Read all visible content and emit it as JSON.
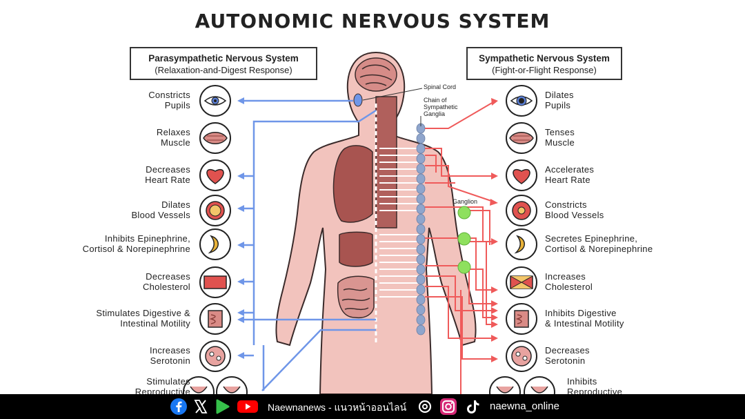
{
  "title": "AUTONOMIC NERVOUS SYSTEM",
  "parasympathetic": {
    "title": "Parasympathetic Nervous System",
    "subtitle": "(Relaxation-and-Digest Response)"
  },
  "sympathetic": {
    "title": "Sympathetic Nervous System",
    "subtitle": "(Fight-or-Flight Response)"
  },
  "anatomy": {
    "spinal_cord": "Spinal Cord",
    "chain": "Chain of\nSympathetic\nGanglia",
    "ganglion": "Ganglion"
  },
  "left_effects": [
    "Constricts\nPupils",
    "Relaxes\nMuscle",
    "Decreases\nHeart Rate",
    "Dilates\nBlood Vessels",
    "Inhibits Epinephrine,\nCortisol & Norepinephrine",
    "Decreases\nCholesterol",
    "Stimulates Digestive &\nIntestinal Motility",
    "Increases\nSerotonin",
    "Stimulates\nReproductive"
  ],
  "right_effects": [
    "Dilates\nPupils",
    "Tenses\nMuscle",
    "Accelerates\nHeart Rate",
    "Constricts\nBlood Vessels",
    "Secretes Epinephrine,\nCortisol & Norepinephrine",
    "Increases\nCholesterol",
    "Inhibits Digestive\n& Intestinal Motility",
    "Decreases\nSerotonin",
    "Inhibits\nReproductive"
  ],
  "footer": {
    "brand": "Naewnanews - แนวหน้าออนไลน์",
    "handle": "naewna_online"
  },
  "colors": {
    "parasympathetic": "#6f96e8",
    "sympathetic": "#ef5a5a",
    "ganglia": "#8fa5cc",
    "ganglion": "#8ee05e",
    "body": "#f2c3bd"
  }
}
